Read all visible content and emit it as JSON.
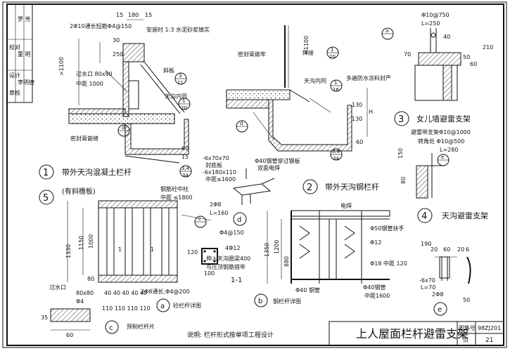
{
  "title_block": {
    "title": "上人屋面栏杆避雷支架",
    "atlas_label": "图集号",
    "atlas_no": "98ZJ201",
    "page_label": "页",
    "page_no": "21"
  },
  "side_block": {
    "col1": [
      "校对",
      "设计",
      "审核"
    ],
    "col2": [
      "罗 芳",
      "董 明",
      "李明德"
    ]
  },
  "details": {
    "d1": {
      "num": "1",
      "title": "带外天沟混凝土栏杆"
    },
    "d5": {
      "num": "5",
      "title": "(有斜檐板)"
    },
    "d2": {
      "num": "2",
      "title": "带外天沟钢栏杆"
    },
    "d3": {
      "num": "3",
      "title": "女儿墙避雷支架"
    },
    "d4": {
      "num": "4",
      "title": "天沟避雷支架"
    },
    "a": {
      "letter": "a",
      "title": "砼栏杆详图"
    },
    "b": {
      "letter": "b",
      "title": "钢栏杆详图"
    },
    "c": {
      "letter": "c",
      "title": "预制栏杆片"
    },
    "d": {
      "letter": "d"
    },
    "e": {
      "letter": "e"
    }
  },
  "note": "说明:  栏杆形式按单项工程设计",
  "labels": {
    "rebar_top": "2Φ10通长短筋Φ4@150",
    "install": "安装时 1:3 水泥砂浆填实",
    "dim_15a": "15",
    "dim_180": "180",
    "dim_15b": "15",
    "dim_30": "30",
    "dim_250": "250",
    "gt1100_a": ">1100",
    "outlet": "过水口 80x80",
    "spacing": "中距 1000",
    "slant": "斜板",
    "gutter_in": "天沟内同",
    "seal_joint": "密封膏嵌缝",
    "dim_60": "60",
    "dim_15c": "15",
    "sealant_emb": "密封膏嵌牢",
    "weld": "焊接",
    "gt1100_b": ">1100",
    "gutter_in2": "天沟内同",
    "membrane": "多遍防水涂料封严",
    "dim_130a": "130",
    "dim_130b": "130",
    "dim_h": "H",
    "dim_60b": "60",
    "ref_16": "16",
    "ref_34a": "34",
    "ref_34b": "34",
    "ref_3_4": "3,4",
    "plate1": "-6x70x70",
    "plate2": "封底板",
    "plate3": "-6x180x110",
    "plate4": "中距≤1600",
    "pipe40": "Φ40钢管穿过钢板",
    "weld2": "双面电焊",
    "rebar_mid": "钢筋砼中柱",
    "spacing2": "中距 ≤1800",
    "two_phi8": "2Φ8",
    "l160": "L=160",
    "p3_a": "Φ10@750",
    "p3_b": "L=250",
    "p3_c": "避雷带支架Φ10@1000",
    "p3_d": "转角处 Φ10@500",
    "p3_e": "L=280",
    "dim_40": "40",
    "dim_70": "70",
    "dim_50": "50",
    "dim_210": "210",
    "dim_60c": "60",
    "dim_150": "150",
    "dim_80": "80",
    "phi4_150": "Φ4@150",
    "phi4_12": "4Φ12",
    "embed": "伸入天沟圈梁400",
    "embed2": "与压顶钢筋搭牢",
    "dim_120": "120",
    "dim_100": "100",
    "sec11": "1-1",
    "dim_1330": "1330",
    "dim_1150": "1150",
    "dim_1000": "1000",
    "dim_80b": "80",
    "outlet2": "过水口",
    "outlet3": "80x80",
    "phi4": "Φ4",
    "dim_2phi8": "2Φ8通长,Φ4@200",
    "bottom_dims1": "40 40  40 40  40",
    "bottom_dims2": "110 110  110  110",
    "dim_35": "35",
    "dim_60d": "60",
    "conductor": "电焊",
    "rail50": "Φ50钢管扶手",
    "phi12": "Φ12",
    "phi18": "Φ18 中距 120",
    "pipe40b": "Φ40 钢管",
    "pipe40c": "Φ40钢管",
    "spacing3": "中距1600",
    "dim_1350": "1350",
    "dim_1200": "1200",
    "dim_880": "880",
    "dim_190": "190",
    "dim_20a": "20",
    "dim_60e": "60",
    "dim_20b": "20",
    "dim_6": "6",
    "plate_e": "-6x70",
    "plate_e2": "L=70",
    "two_phi8b": "2Φ8",
    "dim_50b": "50",
    "one": "1"
  }
}
